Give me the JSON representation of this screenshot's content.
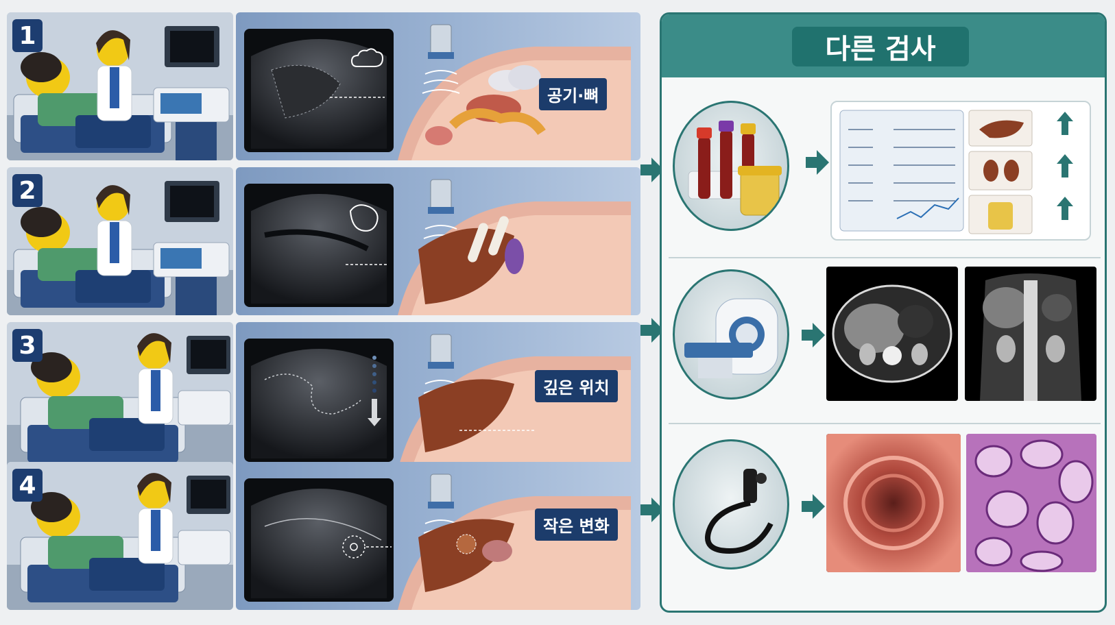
{
  "rows": [
    {
      "number": "1",
      "label": "공기·뼈"
    },
    {
      "number": "2",
      "label": ""
    },
    {
      "number": "3",
      "label": "깊은 위치"
    },
    {
      "number": "4",
      "label": "작은 변화"
    }
  ],
  "right_panel": {
    "title": "다른 검사"
  },
  "colors": {
    "badge": "#1d3d70",
    "label_bg": "#1c3c6b",
    "teal": "#2a7572",
    "teal_header": "#3b8c88",
    "liver": "#8b3f24"
  },
  "icons": {
    "arrow": "teal-arrow-icon",
    "up": "up-arrow-icon",
    "cloud": "cloud-icon",
    "bone": "bone-icon",
    "down": "down-arrow-icon"
  }
}
